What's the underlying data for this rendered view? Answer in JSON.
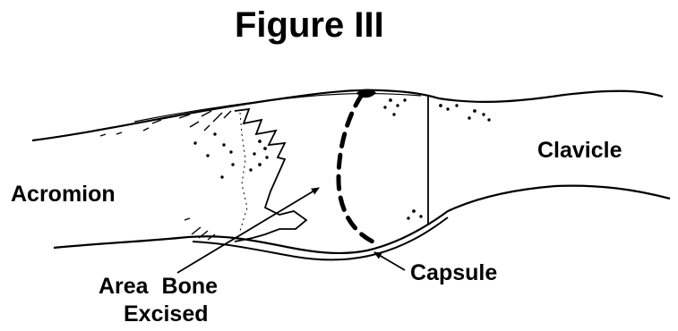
{
  "figure": {
    "title": "Figure III",
    "labels": {
      "clavicle": "Clavicle",
      "acromion": "Acromion",
      "capsule": "Capsule",
      "area_line1": "Area  Bone",
      "area_line2": "Excised"
    }
  },
  "colors": {
    "ink": "#000000",
    "background": "#ffffff"
  }
}
